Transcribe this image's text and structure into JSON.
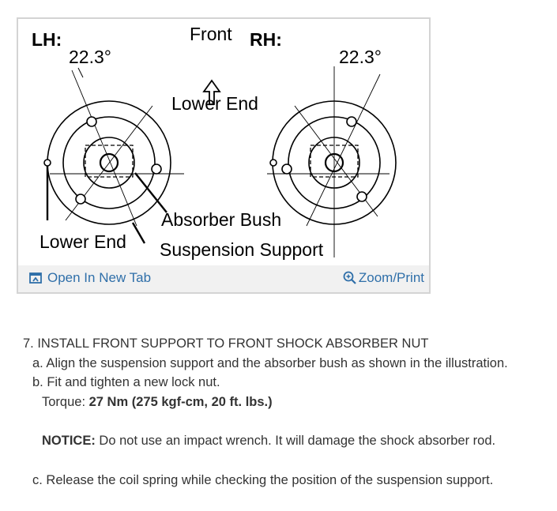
{
  "figure": {
    "labels": {
      "lh": "LH:",
      "rh": "RH:",
      "front": "Front",
      "angle_left": "22.3°",
      "angle_right": "22.3°",
      "lower_end_top": "Lower End",
      "lower_end_left": "Lower End",
      "absorber_bush": "Absorber Bush",
      "suspension_support": "Suspension Support"
    },
    "actions": {
      "open_tab": "Open In New Tab",
      "zoom_print": "Zoom/Print"
    },
    "icons": {
      "open_tab": "open-in-new-tab-icon",
      "zoom": "zoom-in-icon"
    },
    "accent_color": "#2f6fa9"
  },
  "step": {
    "title": "7. INSTALL FRONT SUPPORT TO FRONT SHOCK ABSORBER NUT",
    "a": "a. Align the suspension support and the absorber bush as shown in the illustration.",
    "b": "b. Fit and tighten a new lock nut.",
    "torque_label": "Torque: ",
    "torque_value": "27 Nm (275 kgf-cm, 20 ft. lbs.)",
    "notice_label": "NOTICE:",
    "notice_text": " Do not use an impact wrench. It will damage the shock absorber rod.",
    "c": "c. Release the coil spring while checking the position of the suspension support."
  }
}
